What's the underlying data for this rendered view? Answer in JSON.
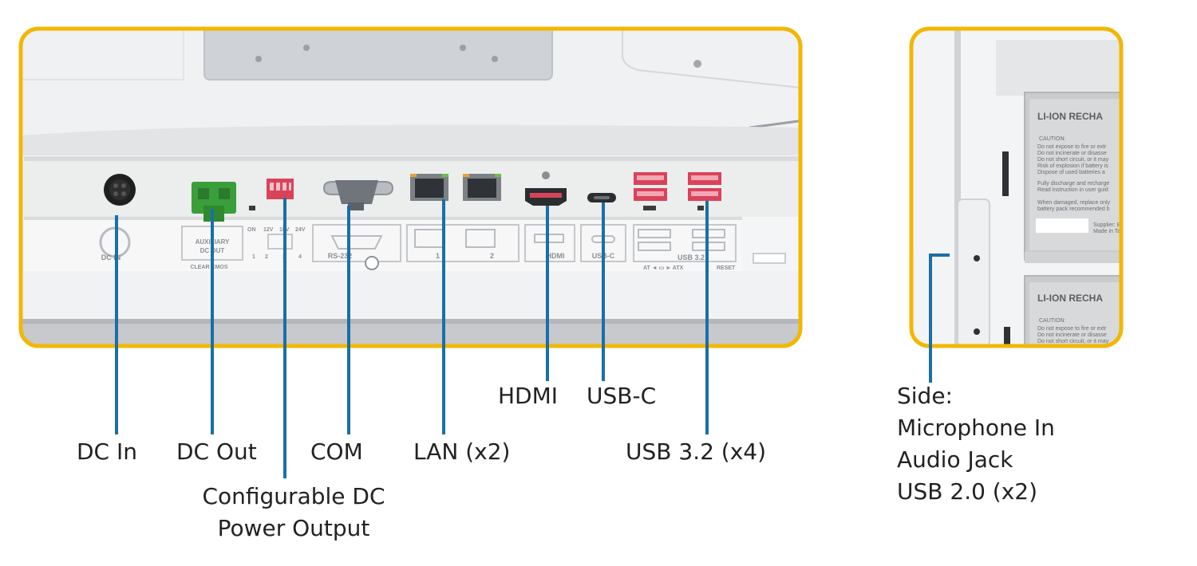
{
  "colors": {
    "frame": "#f2b705",
    "leader": "#1a6fa6",
    "panel": "#e9eaec",
    "panel_dark": "#d6d8db",
    "port_red": "#d9435a",
    "terminal_green": "#3a9e3a"
  },
  "labels": {
    "dc_in": "DC In",
    "dc_out": "DC Out",
    "configurable_line1": "Configurable DC",
    "configurable_line2": "Power Output",
    "com": "COM",
    "lan": "LAN (x2)",
    "hdmi": "HDMI",
    "usbc": "USB-C",
    "usb32": "USB 3.2 (x4)",
    "side_title": "Side:",
    "side_mic": "Microphone In",
    "side_audio": "Audio Jack",
    "side_usb": "USB 2.0 (x2)"
  },
  "panel_print": {
    "dc_in": "DC IN",
    "auxiliary": "AUXILIARY",
    "dc_out": "DC OUT",
    "clear_cmos": "CLEAR CMOS",
    "on": "ON",
    "v12": "12V",
    "v19": "19V",
    "v24": "24V",
    "rs232": "RS-232",
    "lan1": "1",
    "lan2": "2",
    "hdmi": "HDMI",
    "usbc": "USB-C",
    "usb32": "USB 3.2",
    "at_atx": "AT ◄ ▭ ► ATX",
    "reset": "RESET",
    "n1": "1",
    "n2": "2",
    "n3": "3",
    "n4": "4"
  },
  "battery_print": {
    "title": "LI-ION RECHA",
    "caution": "CAUTION:",
    "line1": "Do not expose to fire or extr",
    "line2": "Do not incinerate or disasse",
    "line3": "Do not short circuit, or it may",
    "line4": "Risk of explosion if battery is",
    "line5": "Dispose of used batteries a",
    "line6": "Fully discharge and recharge",
    "line7": "Read instruction in user guid",
    "line8": "When damaged, replace only",
    "line9": "battery pack recommended b",
    "supplier": "Supplier: B",
    "made_in": "Made in Ta"
  }
}
